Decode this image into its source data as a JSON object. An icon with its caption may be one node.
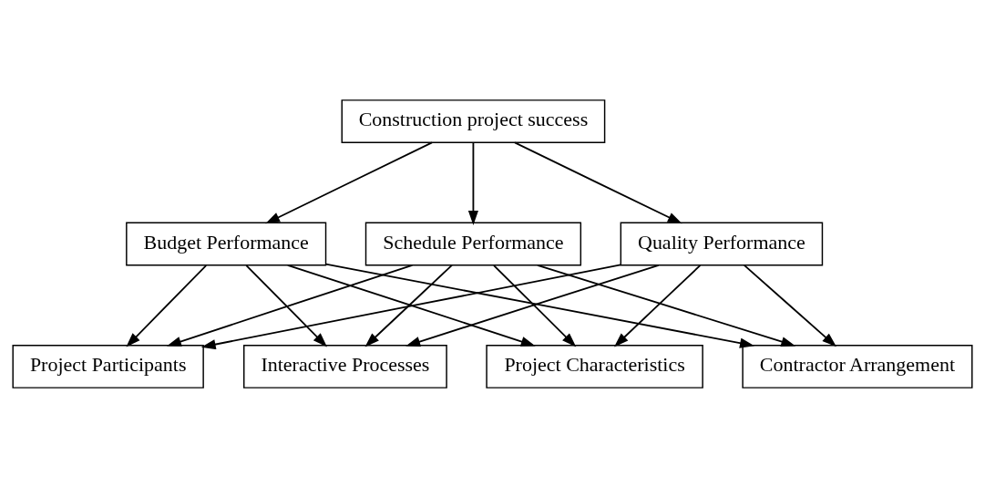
{
  "diagram": {
    "nodes": [
      {
        "text": [
          "Construction project success"
        ]
      },
      {
        "text": [
          "Budget Performance"
        ]
      },
      {
        "text": [
          "Schedule Performance"
        ]
      },
      {
        "text": [
          "Quality Performance"
        ]
      },
      {
        "text": [
          "Project Characteristics"
        ]
      },
      {
        "text": [
          "Contractor Arrangement"
        ]
      },
      {
        "text": [
          "Project Participants"
        ]
      },
      {
        "text": [
          "Interactive Processes"
        ]
      }
    ],
    "edges": [
      {
        "from": 0,
        "to": 1,
        "arrow": "to"
      },
      {
        "from": 0,
        "to": 2,
        "arrow": "to"
      },
      {
        "from": 0,
        "to": 3,
        "arrow": "to"
      },
      {
        "from": 1,
        "to": 4,
        "arrow": "to"
      },
      {
        "from": 1,
        "to": 5,
        "arrow": "to"
      },
      {
        "from": 1,
        "to": 6,
        "arrow": "to"
      },
      {
        "from": 1,
        "to": 7,
        "arrow": "to"
      },
      {
        "from": 2,
        "to": 4,
        "arrow": "to"
      },
      {
        "from": 2,
        "to": 5,
        "arrow": "to"
      },
      {
        "from": 2,
        "to": 6,
        "arrow": "to"
      },
      {
        "from": 2,
        "to": 7,
        "arrow": "to"
      },
      {
        "from": 3,
        "to": 4,
        "arrow": "to"
      },
      {
        "from": 3,
        "to": 5,
        "arrow": "to"
      },
      {
        "from": 3,
        "to": 6,
        "arrow": "to"
      },
      {
        "from": 3,
        "to": 7,
        "arrow": "to"
      }
    ]
  }
}
